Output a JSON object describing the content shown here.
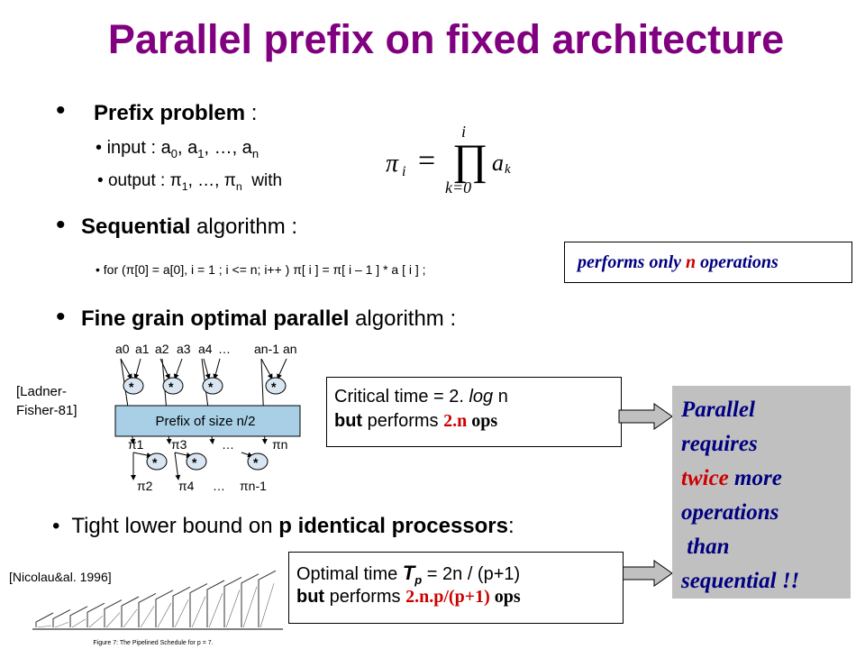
{
  "colors": {
    "title": "#800080",
    "accent_red": "#cc0000",
    "italic_red": "#cc0000",
    "navy": "#000080",
    "gray_box": "#c0c0c0",
    "node_fill": "#d9e6f2",
    "prefix_fill": "#a8cfe6"
  },
  "title": "Parallel prefix on fixed architecture",
  "prefix": {
    "label_bold": "Prefix problem",
    "label_rest": " :",
    "input_text": "input : a",
    "input_subs": [
      "0",
      "1",
      "n"
    ],
    "output_text": "output : ",
    "pi": "π",
    "output_subs": [
      "1",
      "n"
    ],
    "with": "with",
    "formula_lhs": "π",
    "formula_lhs_sub": "i",
    "formula_eq": "=",
    "formula_prod": "∏",
    "formula_top": "i",
    "formula_bottom": "k=0",
    "formula_rhs": "a",
    "formula_rhs_sub": "k"
  },
  "sequential": {
    "label_bold": "Sequential",
    "label_rest": " algorithm :",
    "code": "for (π[0] = a[0], i = 1 ; i <= n; i++ ) π[ i ] = π[ i – 1 ] * a [ i ] ;",
    "note_pre": "performs only ",
    "note_n": "n",
    "note_post": " operations"
  },
  "fine_grain": {
    "label_bold": "Fine grain optimal parallel",
    "label_rest": " algorithm :",
    "citation_line1": "[Ladner-",
    "citation_line2": "Fisher-81]",
    "diagram": {
      "top_labels": [
        "a0",
        "a1",
        "a2",
        "a3",
        "a4",
        "…",
        "an-1",
        "an"
      ],
      "star": "*",
      "prefix_label": "Prefix of size n/2",
      "mid_labels": [
        "π1",
        "π3",
        "…",
        "πn"
      ],
      "bottom_labels": [
        "π2",
        "π4",
        "…",
        "πn-1"
      ]
    },
    "critical_line1_pre": "Critical time = 2. ",
    "critical_line1_log": "log",
    "critical_line1_post": " n",
    "critical_line2_bold": "but",
    "critical_line2_mid": " performs  ",
    "critical_line2_ops": "2.n",
    "critical_line2_end": " ops"
  },
  "gray_note": {
    "line1": "Parallel",
    "line2": "requires",
    "line3_red": "twice",
    "line3_rest": " more",
    "line4": "operations",
    "line5": " than",
    "line6": "sequential !!"
  },
  "lower_bound": {
    "pre": "Tight lower bound on ",
    "bold": "p identical processors",
    "post": ":",
    "citation": "[Nicolau&al. 1996]",
    "figure_caption": "Figure 7: The Pipelined Schedule for p = 7.",
    "optimal_line1_pre": "Optimal time ",
    "optimal_T": "T",
    "optimal_sub": "p",
    "optimal_line1_post": " = 2n / (p+1)",
    "optimal_line2_bold": "but",
    "optimal_line2_mid": " performs  ",
    "optimal_line2_ops": "2.n.p/(p+1)",
    "optimal_line2_end": " ops"
  }
}
